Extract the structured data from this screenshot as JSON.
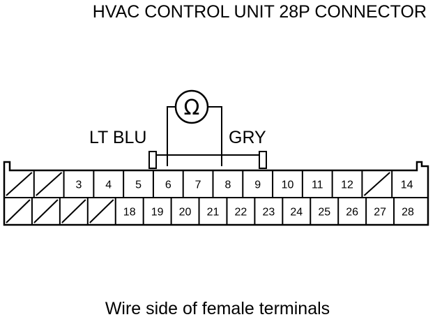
{
  "title": "HVAC CONTROL UNIT 28P CONNECTOR",
  "caption": "Wire side of female terminals",
  "meter_symbol": "Ω",
  "wire_left": "LT BLU",
  "wire_right": "GRY",
  "top_row": [
    {
      "label": "",
      "empty": true
    },
    {
      "label": "",
      "empty": true
    },
    {
      "label": "3"
    },
    {
      "label": "4"
    },
    {
      "label": "5"
    },
    {
      "label": "6"
    },
    {
      "label": "7"
    },
    {
      "label": "8"
    },
    {
      "label": "9"
    },
    {
      "label": "10"
    },
    {
      "label": "11"
    },
    {
      "label": "12"
    },
    {
      "label": "",
      "empty": true
    },
    {
      "label": "14"
    }
  ],
  "bottom_row": [
    {
      "label": "",
      "empty": true
    },
    {
      "label": "",
      "empty": true
    },
    {
      "label": "",
      "empty": true
    },
    {
      "label": "",
      "empty": true
    },
    {
      "label": "18"
    },
    {
      "label": "19"
    },
    {
      "label": "20"
    },
    {
      "label": "21"
    },
    {
      "label": "22"
    },
    {
      "label": "23"
    },
    {
      "label": "24"
    },
    {
      "label": "25"
    },
    {
      "label": "26"
    },
    {
      "label": "27"
    },
    {
      "label": "28"
    }
  ]
}
